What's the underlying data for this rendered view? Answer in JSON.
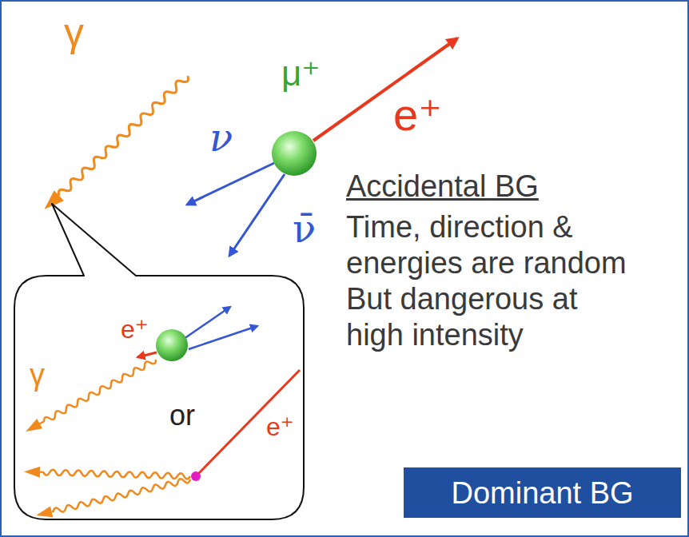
{
  "diagram": {
    "nodes": [
      {
        "text": [
          "e⁺",
          "γ",
          "or",
          "e⁺"
        ]
      },
      {
        "text": [
          "Dominant BG"
        ]
      }
    ],
    "labels": [
      "γ",
      "μ⁺",
      "ν",
      "e⁺",
      "ν̄",
      "Accidental BG",
      "Time, direction & energies are random But dangerous at high intensity"
    ]
  }
}
